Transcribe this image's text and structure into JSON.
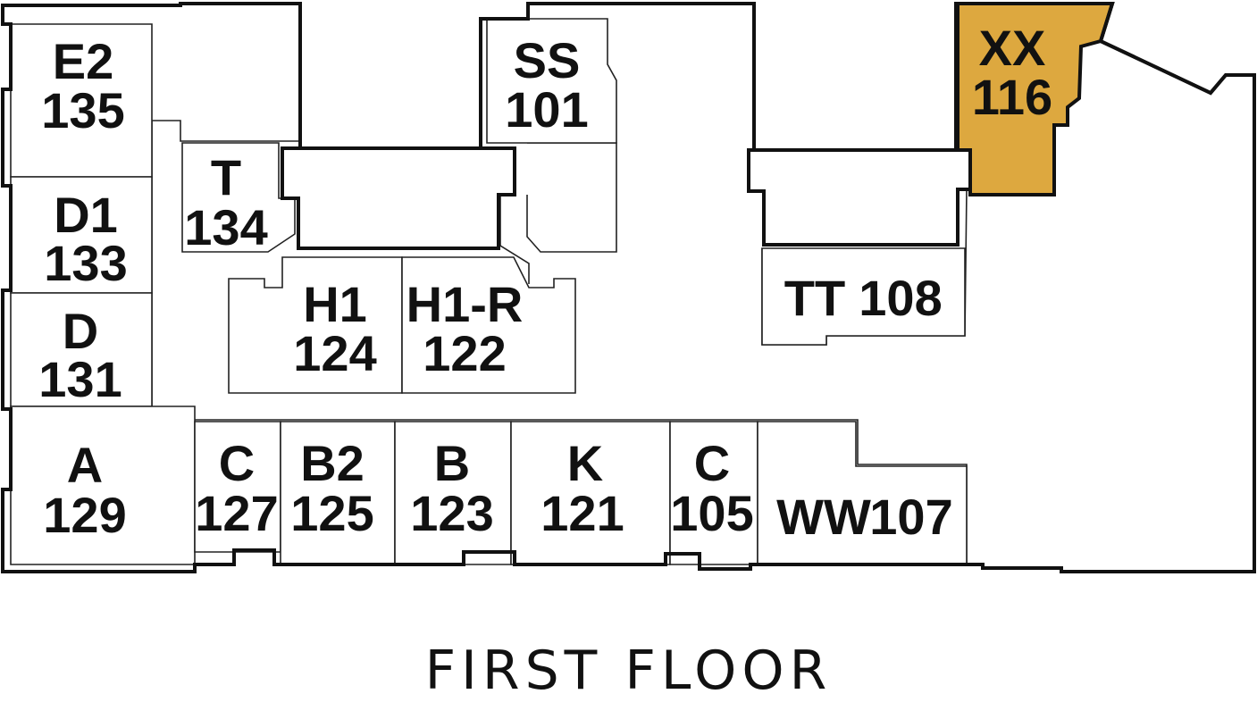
{
  "floor_title": "FIRST FLOOR",
  "highlight_color": "#DDA83F",
  "units": [
    {
      "id": "e2-135",
      "name": "E2",
      "number": "135"
    },
    {
      "id": "t-134",
      "name": "T",
      "number": "134"
    },
    {
      "id": "d1-133",
      "name": "D1",
      "number": "133"
    },
    {
      "id": "d-131",
      "name": "D",
      "number": "131"
    },
    {
      "id": "ss-101",
      "name": "SS",
      "number": "101"
    },
    {
      "id": "xx-116",
      "name": "XX",
      "number": "116",
      "highlighted": true
    },
    {
      "id": "h1-124",
      "name": "H1",
      "number": "124"
    },
    {
      "id": "h1r-122",
      "name": "H1-R",
      "number": "122"
    },
    {
      "id": "tt-108",
      "name": "TT",
      "number": "108"
    },
    {
      "id": "a-129",
      "name": "A",
      "number": "129"
    },
    {
      "id": "c-127",
      "name": "C",
      "number": "127"
    },
    {
      "id": "b2-125",
      "name": "B2",
      "number": "125"
    },
    {
      "id": "b-123",
      "name": "B",
      "number": "123"
    },
    {
      "id": "k-121",
      "name": "K",
      "number": "121"
    },
    {
      "id": "c-105",
      "name": "C",
      "number": "105"
    },
    {
      "id": "ww-107",
      "name": "WW",
      "number": "107"
    }
  ]
}
